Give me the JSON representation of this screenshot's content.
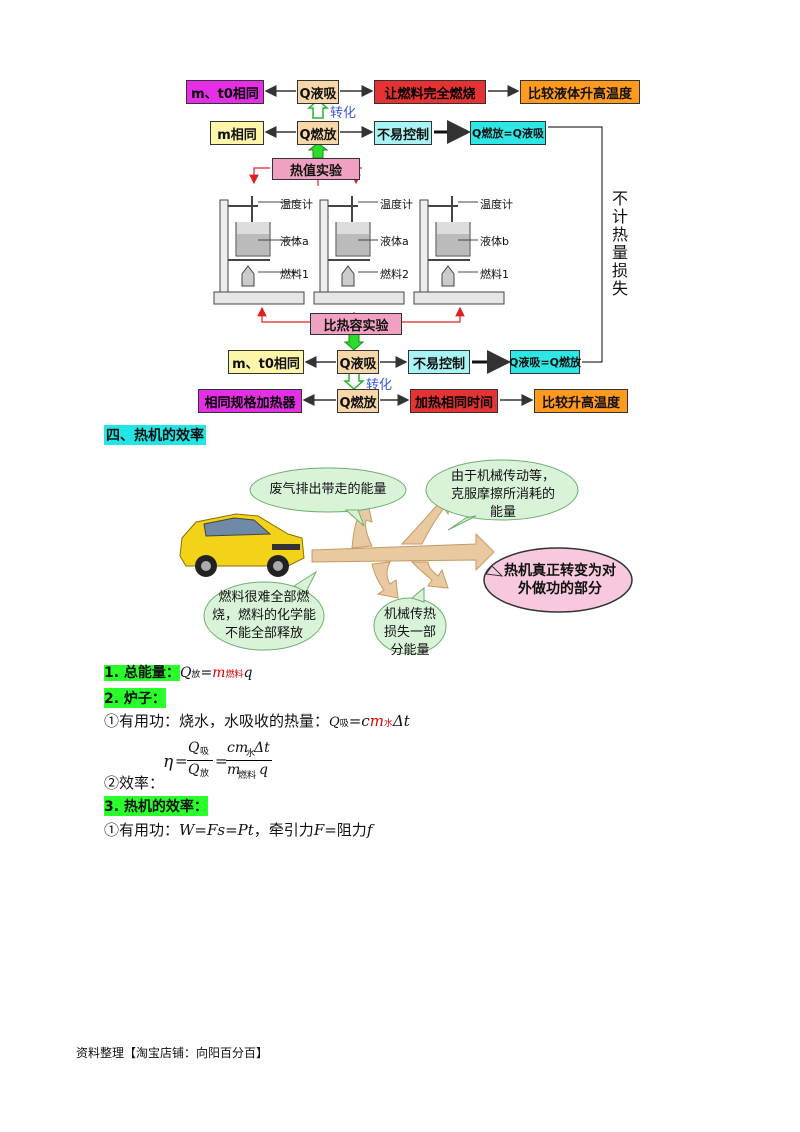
{
  "diagram1": {
    "top_row": {
      "left": "m、t0相同",
      "q": "Q液吸",
      "mid": "让燃料完全燃烧",
      "right": "比较液体升高温度"
    },
    "convert_top": "转化",
    "second_row": {
      "left": "m相同",
      "q": "Q燃放",
      "mid": "不易控制",
      "eq": "Q燃放=Q液吸"
    },
    "heat_value_label": "热值实验",
    "apparatus": [
      {
        "thermo": "温度计",
        "liquid": "液体a",
        "fuel": "燃料1"
      },
      {
        "thermo": "温度计",
        "liquid": "液体a",
        "fuel": "燃料2"
      },
      {
        "thermo": "温度计",
        "liquid": "液体b",
        "fuel": "燃料1"
      }
    ],
    "side_label": "不计热量损失",
    "specific_heat_label": "比热容实验",
    "fourth_row": {
      "left": "m、t0相同",
      "q": "Q液吸",
      "mid": "不易控制",
      "eq": "Q液吸=Q燃放"
    },
    "convert_bottom": "转化",
    "fifth_row": {
      "left": "相同规格加热器",
      "q": "Q燃放",
      "mid": "加热相同时间",
      "right": "比较升高温度"
    }
  },
  "section4_title": "四、热机的效率",
  "car_diagram": {
    "bubble_exhaust": "废气排出带走的能量",
    "bubble_friction": "由于机械传动等，克服摩擦所消耗的能量",
    "bubble_useful": "热机真正转变为对外做功的部分",
    "bubble_fuel": "燃料很难全部燃烧，燃料的化学能不能全部释放",
    "bubble_heat": "机械传热损失一部分能量"
  },
  "item1": {
    "label": "1. 总能量：",
    "Q": "Q",
    "sub_fang": "放",
    "eq": "=",
    "m": "m",
    "sub_fuel": "燃料",
    "q": "q"
  },
  "item2": {
    "label": "2. 炉子："
  },
  "item2_useful": {
    "text": "①有用功：烧水，水吸收的热量：",
    "Q": "Q",
    "sub_xi": "吸",
    "eq": "=",
    "c": "c",
    "m": "m",
    "sub_water": "水",
    "dt": "Δt"
  },
  "item2_eff": {
    "label": "②效率：",
    "eta": "η",
    "eq": "=",
    "Q": "Q",
    "sub_xi": "吸",
    "sub_fang": "放",
    "cm": "cm",
    "sub_water": "水",
    "dt": "Δt",
    "m": "m",
    "sub_fuel": "燃料",
    "q": "q"
  },
  "item3": {
    "label": "3. 热机的效率："
  },
  "item3_useful": {
    "pre": "①有用功：",
    "formula": "W=Fs=Pt",
    "mid": "，牵引力",
    "F": "F",
    "eq": "=阻力",
    "f": "f"
  },
  "footer": "资料整理【淘宝店铺：向阳百分百】"
}
